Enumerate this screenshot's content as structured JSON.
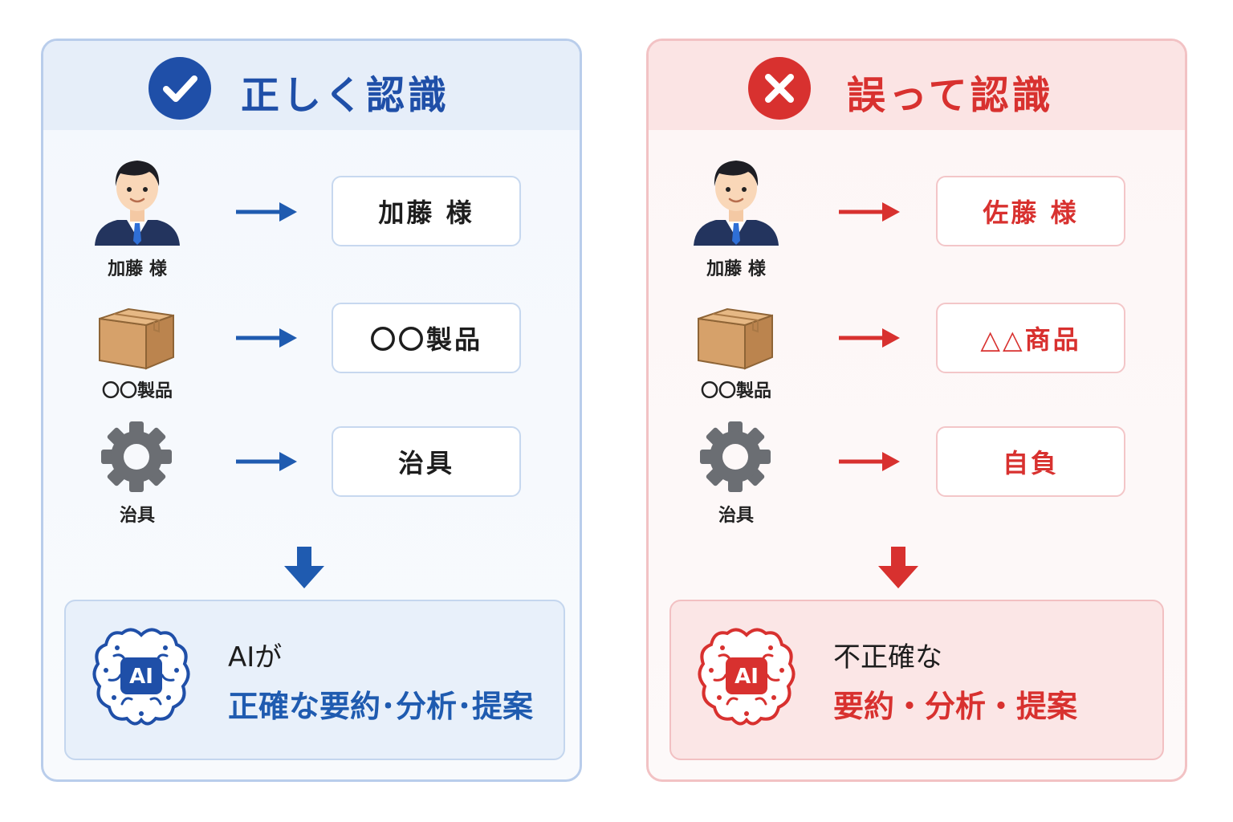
{
  "left_panel": {
    "title": "正しく認識",
    "icon": "check-circle-icon",
    "accent": "#1f4fa8",
    "rows": [
      {
        "icon": "person-icon",
        "source": "加藤 様",
        "result": "加藤 様"
      },
      {
        "icon": "box-icon",
        "source": "〇〇製品",
        "result": "〇〇製品"
      },
      {
        "icon": "gear-icon",
        "source": "治具",
        "result": "治具"
      }
    ],
    "summary": {
      "icon": "ai-brain-icon",
      "badge": "AI",
      "line1": "AIが",
      "line2": "正確な要約･分析･提案"
    }
  },
  "right_panel": {
    "title": "誤って認識",
    "icon": "cross-circle-icon",
    "accent": "#d8312f",
    "rows": [
      {
        "icon": "person-icon",
        "source": "加藤 様",
        "result": "佐藤 様"
      },
      {
        "icon": "box-icon",
        "source": "〇〇製品",
        "result": "△△商品"
      },
      {
        "icon": "gear-icon",
        "source": "治具",
        "result": "自負"
      }
    ],
    "summary": {
      "icon": "ai-brain-icon",
      "badge": "AI",
      "line1": "不正確な",
      "line2": "要約・分析・提案"
    }
  }
}
